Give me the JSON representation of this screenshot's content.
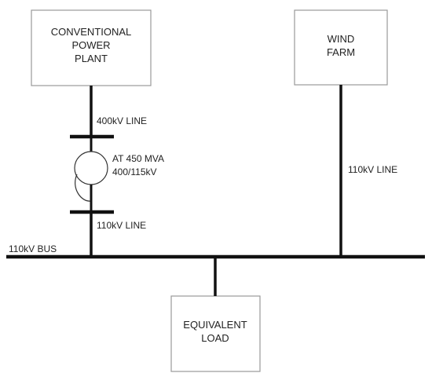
{
  "blocks": {
    "plant": {
      "line1": "CONVENTIONAL",
      "line2": "POWER",
      "line3": "PLANT"
    },
    "wind": {
      "line1": "WIND",
      "line2": "FARM"
    },
    "load": {
      "line1": "EQUIVALENT",
      "line2": "LOAD"
    }
  },
  "labels": {
    "line_400kv": "400kV LINE",
    "transformer_line1": "AT  450 MVA",
    "transformer_line2": "400/115kV",
    "line_110kv_plant": "110kV LINE",
    "line_110kv_wind": "110kV LINE",
    "bus": "110kV BUS"
  },
  "colors": {
    "line": "#111111",
    "box_border": "#9a9a9a",
    "text": "#222222"
  }
}
